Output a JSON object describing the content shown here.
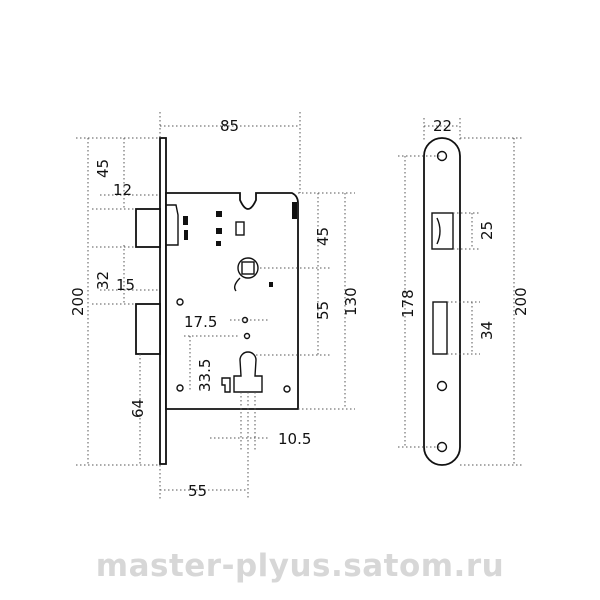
{
  "dimensions": {
    "width_85": "85",
    "top_45": "45",
    "latch_12": "12",
    "spacing_32": "32",
    "bolt_15": "15",
    "height_200_left": "200",
    "backset_64": "64",
    "inner_45": "45",
    "inner_55": "55",
    "height_130": "130",
    "center_17_5": "17.5",
    "cyl_33_5": "33.5",
    "cyl_10_5": "10.5",
    "backset_55": "55",
    "plate_22": "22",
    "plate_25": "25",
    "plate_178": "178",
    "plate_200": "200",
    "plate_34": "34"
  },
  "watermark": "master-plyus.satom.ru",
  "colors": {
    "line": "#111111",
    "dim": "#555555",
    "watermark": "#d7d7d7"
  }
}
